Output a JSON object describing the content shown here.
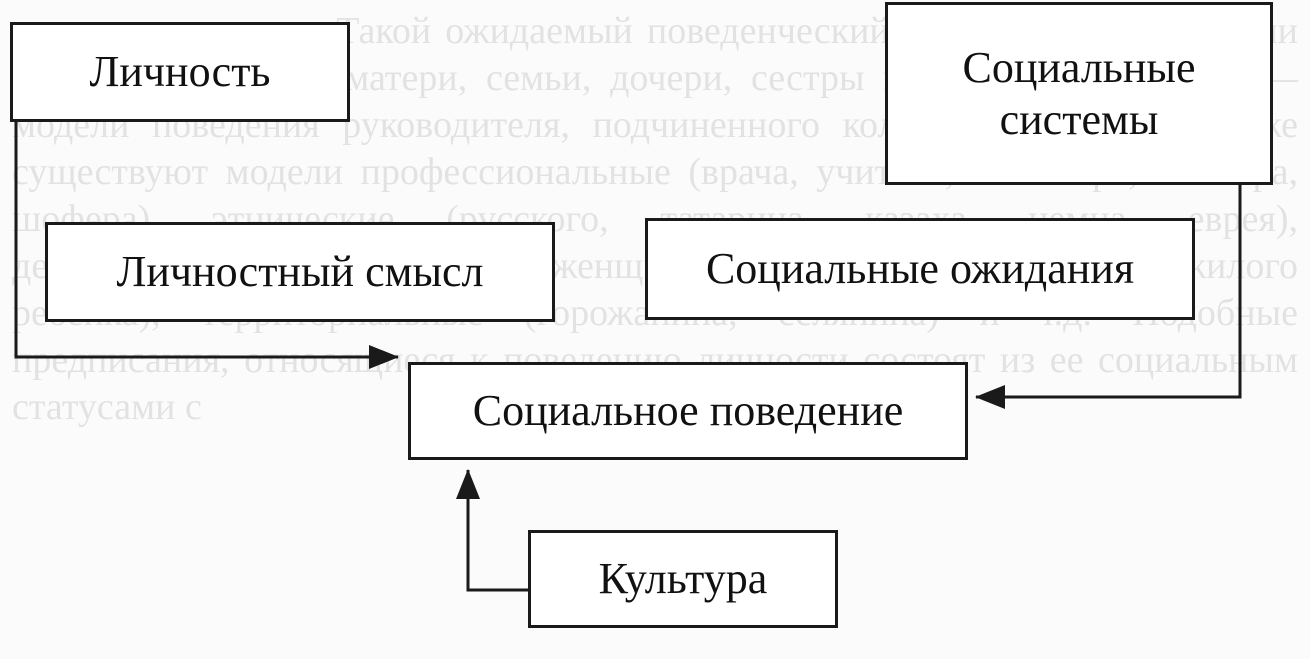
{
  "background_text": "заметно меняются. Такой ожидаемый поведенческий облик в другие. И сами модели поведения: матери, семьи, дочери, сестры и т.д. В организации — модели поведения руководителя, подчиненного коллеги и другие. Так же существуют модели профессиональные (врача, учителя, инженера, шахтера, шофера), этнические (русского, татарина, казаха, немца, еврея), демографические (мужчины, женщины, молодого человека, пожилого ребенка), территориальные (горожанина, селянина) и т.д. Подобные предписания, относящиеся к поведению личности состоят из ее социальным статусами с",
  "nodes": {
    "lichnost": "Личность",
    "systems_line1": "Социальные",
    "systems_line2": "системы",
    "smysl": "Личностный смысл",
    "ozhidaniya": "Социальные ожидания",
    "povedenie": "Социальное поведение",
    "kultura": "Культура"
  },
  "edges": [
    {
      "from": "Личность",
      "to": "Социальное поведение"
    },
    {
      "from": "Социальные системы",
      "to": "Социальное поведение"
    },
    {
      "from": "Культура",
      "to": "Социальное поведение"
    }
  ],
  "colors": {
    "stroke": "#1a1a1a",
    "text": "#111111",
    "background_text": "#cfcfcf"
  }
}
